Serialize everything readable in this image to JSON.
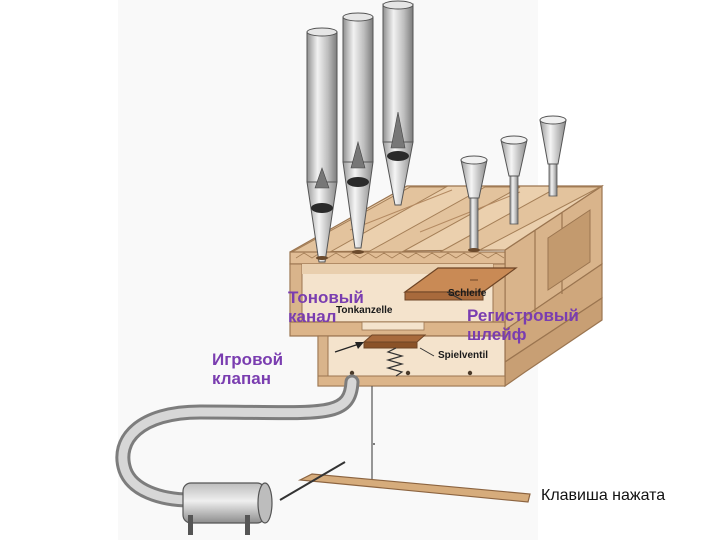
{
  "labels": {
    "tone_channel_ru": [
      "Тоновый",
      "канал"
    ],
    "register_slider_ru": [
      "Регистровый",
      "шлейф"
    ],
    "play_valve_ru": [
      "Игровой",
      "клапан"
    ],
    "tonkanzelle": "Tonkanzelle",
    "schleife": "Schleife",
    "spielventil": "Spielventil"
  },
  "caption": "Клавиша нажата",
  "colors": {
    "label_purple": "#7a3db0",
    "wood": "#e7c8a4",
    "wood_dark": "#c79c70",
    "slider": "#c98a55",
    "pipe_metal": "#d2d2d2"
  }
}
